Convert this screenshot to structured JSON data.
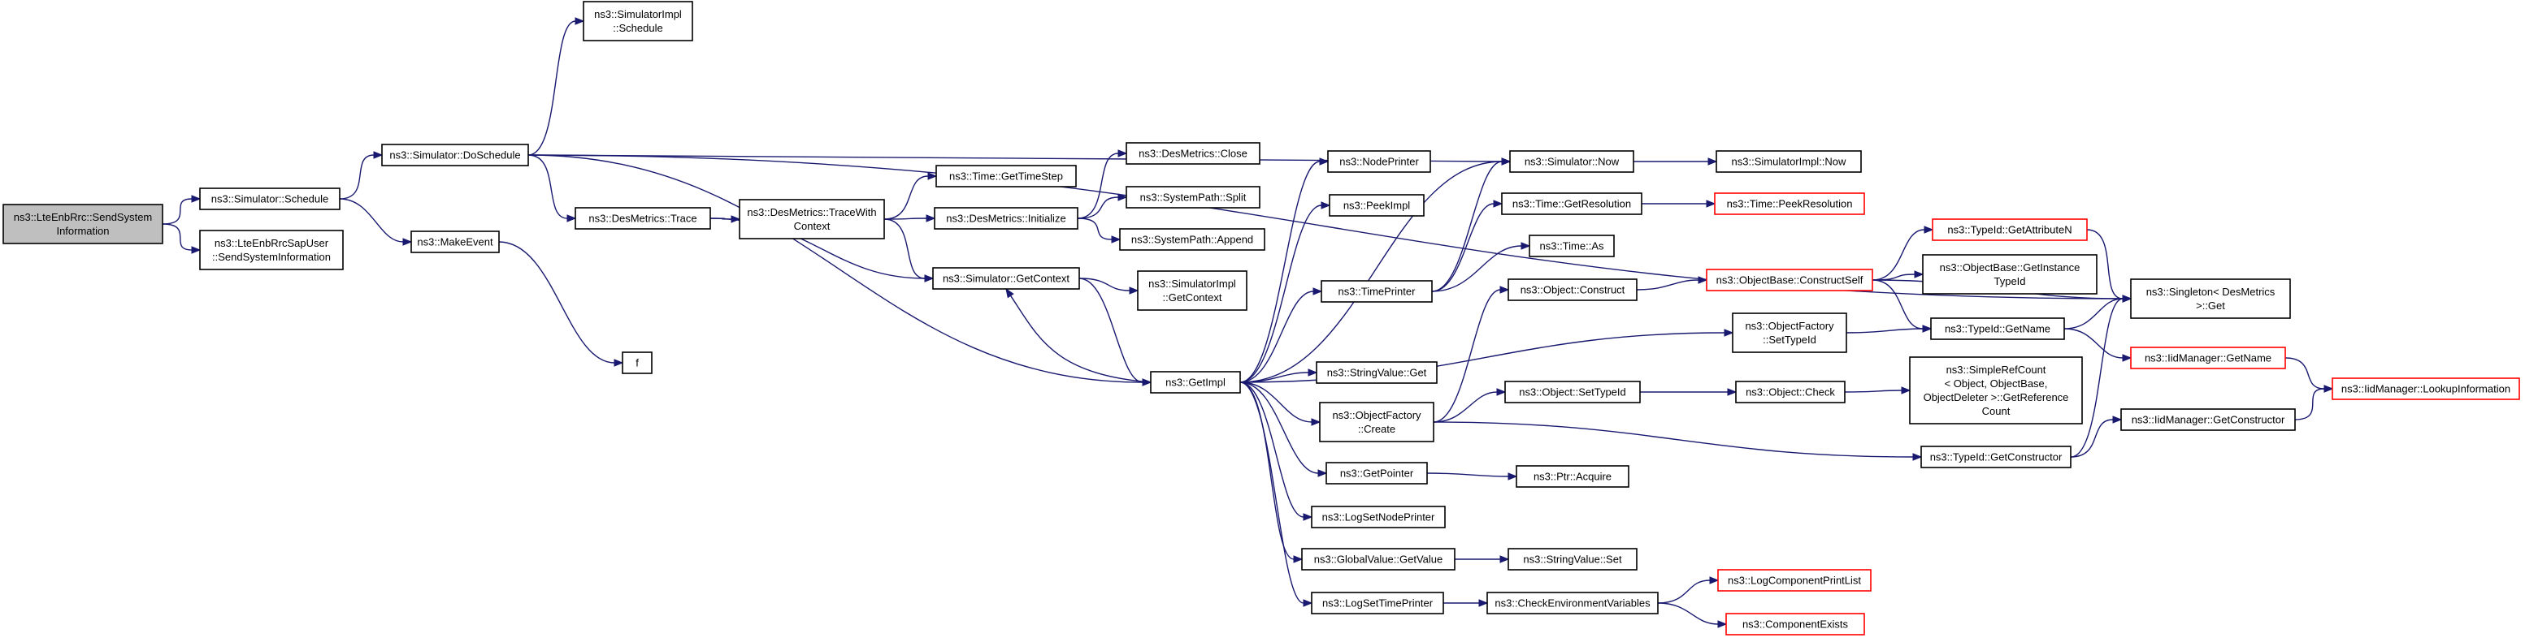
{
  "colors": {
    "edge": "#191970",
    "root_fill": "#bfbfbf",
    "node_border": "#000000",
    "truncated_border": "#ff0000",
    "node_fill": "#ffffff"
  },
  "nodes": [
    {
      "id": "root",
      "lines": [
        "ns3::LteEnbRrc::SendSystem",
        "Information"
      ],
      "style": "root"
    },
    {
      "id": "sim_schedule",
      "lines": [
        "ns3::Simulator::Schedule"
      ],
      "style": "normal"
    },
    {
      "id": "sapuser",
      "lines": [
        "ns3::LteEnbRrcSapUser",
        "::SendSystemInformation"
      ],
      "style": "normal"
    },
    {
      "id": "doschedule",
      "lines": [
        "ns3::Simulator::DoSchedule"
      ],
      "style": "normal"
    },
    {
      "id": "makeevent",
      "lines": [
        "ns3::MakeEvent"
      ],
      "style": "normal"
    },
    {
      "id": "simimpl_schedule",
      "lines": [
        "ns3::SimulatorImpl",
        "::Schedule"
      ],
      "style": "normal"
    },
    {
      "id": "desmetrics_trace",
      "lines": [
        "ns3::DesMetrics::Trace"
      ],
      "style": "normal"
    },
    {
      "id": "f",
      "lines": [
        "f"
      ],
      "style": "normal"
    },
    {
      "id": "tracewithcontext",
      "lines": [
        "ns3::DesMetrics::TraceWith",
        "Context"
      ],
      "style": "normal"
    },
    {
      "id": "getimpl",
      "lines": [
        "ns3::GetImpl"
      ],
      "style": "normal"
    },
    {
      "id": "gettimestep",
      "lines": [
        "ns3::Time::GetTimeStep"
      ],
      "style": "normal"
    },
    {
      "id": "desmetrics_init",
      "lines": [
        "ns3::DesMetrics::Initialize"
      ],
      "style": "normal"
    },
    {
      "id": "getcontext",
      "lines": [
        "ns3::Simulator::GetContext"
      ],
      "style": "normal"
    },
    {
      "id": "desmetrics_close",
      "lines": [
        "ns3::DesMetrics::Close"
      ],
      "style": "normal"
    },
    {
      "id": "path_split",
      "lines": [
        "ns3::SystemPath::Split"
      ],
      "style": "normal"
    },
    {
      "id": "path_append",
      "lines": [
        "ns3::SystemPath::Append"
      ],
      "style": "normal"
    },
    {
      "id": "simimpl_getcontext",
      "lines": [
        "ns3::SimulatorImpl",
        "::GetContext"
      ],
      "style": "normal"
    },
    {
      "id": "nodeprinter",
      "lines": [
        "ns3::NodePrinter"
      ],
      "style": "normal"
    },
    {
      "id": "peekimpl",
      "lines": [
        "ns3::PeekImpl"
      ],
      "style": "normal"
    },
    {
      "id": "timeprinter",
      "lines": [
        "ns3::TimePrinter"
      ],
      "style": "normal"
    },
    {
      "id": "stringvalue_get",
      "lines": [
        "ns3::StringValue::Get"
      ],
      "style": "normal"
    },
    {
      "id": "objfactory_create",
      "lines": [
        "ns3::ObjectFactory",
        "::Create"
      ],
      "style": "normal"
    },
    {
      "id": "getpointer",
      "lines": [
        "ns3::GetPointer"
      ],
      "style": "normal"
    },
    {
      "id": "logsetnodeprinter",
      "lines": [
        "ns3::LogSetNodePrinter"
      ],
      "style": "normal"
    },
    {
      "id": "globalvalue_get",
      "lines": [
        "ns3::GlobalValue::GetValue"
      ],
      "style": "normal"
    },
    {
      "id": "logsettimeprinter",
      "lines": [
        "ns3::LogSetTimePrinter"
      ],
      "style": "normal"
    },
    {
      "id": "sim_now",
      "lines": [
        "ns3::Simulator::Now"
      ],
      "style": "normal"
    },
    {
      "id": "getresolution",
      "lines": [
        "ns3::Time::GetResolution"
      ],
      "style": "normal"
    },
    {
      "id": "time_as",
      "lines": [
        "ns3::Time::As"
      ],
      "style": "normal"
    },
    {
      "id": "object_construct",
      "lines": [
        "ns3::Object::Construct"
      ],
      "style": "normal"
    },
    {
      "id": "object_settypeid",
      "lines": [
        "ns3::Object::SetTypeId"
      ],
      "style": "normal"
    },
    {
      "id": "ptr_acquire",
      "lines": [
        "ns3::Ptr::Acquire"
      ],
      "style": "normal"
    },
    {
      "id": "stringvalue_set",
      "lines": [
        "ns3::StringValue::Set"
      ],
      "style": "normal"
    },
    {
      "id": "checkenv",
      "lines": [
        "ns3::CheckEnvironmentVariables"
      ],
      "style": "normal"
    },
    {
      "id": "simimpl_now",
      "lines": [
        "ns3::SimulatorImpl::Now"
      ],
      "style": "normal"
    },
    {
      "id": "peekresolution",
      "lines": [
        "ns3::Time::PeekResolution"
      ],
      "style": "truncated"
    },
    {
      "id": "constructself",
      "lines": [
        "ns3::ObjectBase::ConstructSelf"
      ],
      "style": "truncated"
    },
    {
      "id": "objfactory_settypeid",
      "lines": [
        "ns3::ObjectFactory",
        "::SetTypeId"
      ],
      "style": "normal"
    },
    {
      "id": "object_check",
      "lines": [
        "ns3::Object::Check"
      ],
      "style": "normal"
    },
    {
      "id": "logcomponentprintlist",
      "lines": [
        "ns3::LogComponentPrintList"
      ],
      "style": "truncated"
    },
    {
      "id": "componentexists",
      "lines": [
        "ns3::ComponentExists"
      ],
      "style": "truncated"
    },
    {
      "id": "getattributen",
      "lines": [
        "ns3::TypeId::GetAttributeN"
      ],
      "style": "truncated"
    },
    {
      "id": "getinstancetypeid",
      "lines": [
        "ns3::ObjectBase::GetInstance",
        "TypeId"
      ],
      "style": "normal"
    },
    {
      "id": "typeid_getname",
      "lines": [
        "ns3::TypeId::GetName"
      ],
      "style": "normal"
    },
    {
      "id": "simplerefcount",
      "lines": [
        "ns3::SimpleRefCount",
        "< Object, ObjectBase,",
        "ObjectDeleter >::GetReference",
        "Count"
      ],
      "style": "normal"
    },
    {
      "id": "typeid_getconstructor",
      "lines": [
        "ns3::TypeId::GetConstructor"
      ],
      "style": "normal"
    },
    {
      "id": "singleton_get",
      "lines": [
        "ns3::Singleton< DesMetrics",
        ">::Get"
      ],
      "style": "normal"
    },
    {
      "id": "iidmanager_getname",
      "lines": [
        "ns3::IidManager::GetName"
      ],
      "style": "truncated"
    },
    {
      "id": "iidmanager_getconstructor",
      "lines": [
        "ns3::IidManager::GetConstructor"
      ],
      "style": "normal"
    },
    {
      "id": "lookupinformation",
      "lines": [
        "ns3::IidManager::LookupInformation"
      ],
      "style": "truncated"
    }
  ],
  "edges": [
    [
      "root",
      "sim_schedule"
    ],
    [
      "root",
      "sapuser"
    ],
    [
      "sim_schedule",
      "doschedule"
    ],
    [
      "sim_schedule",
      "makeevent"
    ],
    [
      "doschedule",
      "simimpl_schedule"
    ],
    [
      "doschedule",
      "desmetrics_trace"
    ],
    [
      "doschedule",
      "getimpl"
    ],
    [
      "doschedule",
      "sim_now"
    ],
    [
      "doschedule",
      "singleton_get"
    ],
    [
      "makeevent",
      "f"
    ],
    [
      "desmetrics_trace",
      "tracewithcontext"
    ],
    [
      "desmetrics_trace",
      "getcontext"
    ],
    [
      "tracewithcontext",
      "gettimestep"
    ],
    [
      "tracewithcontext",
      "desmetrics_init"
    ],
    [
      "tracewithcontext",
      "getcontext"
    ],
    [
      "desmetrics_init",
      "desmetrics_close"
    ],
    [
      "desmetrics_init",
      "path_split"
    ],
    [
      "desmetrics_init",
      "path_append"
    ],
    [
      "getcontext",
      "simimpl_getcontext"
    ],
    [
      "getcontext",
      "getimpl"
    ],
    [
      "getimpl",
      "getcontext"
    ],
    [
      "getimpl",
      "nodeprinter"
    ],
    [
      "getimpl",
      "peekimpl"
    ],
    [
      "getimpl",
      "timeprinter"
    ],
    [
      "getimpl",
      "sim_now"
    ],
    [
      "getimpl",
      "stringvalue_get"
    ],
    [
      "getimpl",
      "objfactory_create"
    ],
    [
      "getimpl",
      "objfactory_settypeid"
    ],
    [
      "getimpl",
      "getpointer"
    ],
    [
      "getimpl",
      "logsetnodeprinter"
    ],
    [
      "getimpl",
      "globalvalue_get"
    ],
    [
      "getimpl",
      "logsettimeprinter"
    ],
    [
      "timeprinter",
      "sim_now"
    ],
    [
      "timeprinter",
      "getresolution"
    ],
    [
      "timeprinter",
      "time_as"
    ],
    [
      "sim_now",
      "simimpl_now"
    ],
    [
      "getresolution",
      "peekresolution"
    ],
    [
      "objfactory_create",
      "object_construct"
    ],
    [
      "objfactory_create",
      "object_settypeid"
    ],
    [
      "objfactory_create",
      "typeid_getconstructor"
    ],
    [
      "object_construct",
      "constructself"
    ],
    [
      "object_settypeid",
      "object_check"
    ],
    [
      "object_check",
      "simplerefcount"
    ],
    [
      "objfactory_settypeid",
      "typeid_getname"
    ],
    [
      "constructself",
      "getattributen"
    ],
    [
      "constructself",
      "getinstancetypeid"
    ],
    [
      "constructself",
      "typeid_getname"
    ],
    [
      "constructself",
      "singleton_get"
    ],
    [
      "getattributen",
      "singleton_get"
    ],
    [
      "typeid_getname",
      "iidmanager_getname"
    ],
    [
      "typeid_getname",
      "singleton_get"
    ],
    [
      "iidmanager_getname",
      "lookupinformation"
    ],
    [
      "typeid_getconstructor",
      "iidmanager_getconstructor"
    ],
    [
      "typeid_getconstructor",
      "singleton_get"
    ],
    [
      "iidmanager_getconstructor",
      "lookupinformation"
    ],
    [
      "getpointer",
      "ptr_acquire"
    ],
    [
      "globalvalue_get",
      "stringvalue_set"
    ],
    [
      "logsettimeprinter",
      "checkenv"
    ],
    [
      "checkenv",
      "logcomponentprintlist"
    ],
    [
      "checkenv",
      "componentexists"
    ]
  ]
}
